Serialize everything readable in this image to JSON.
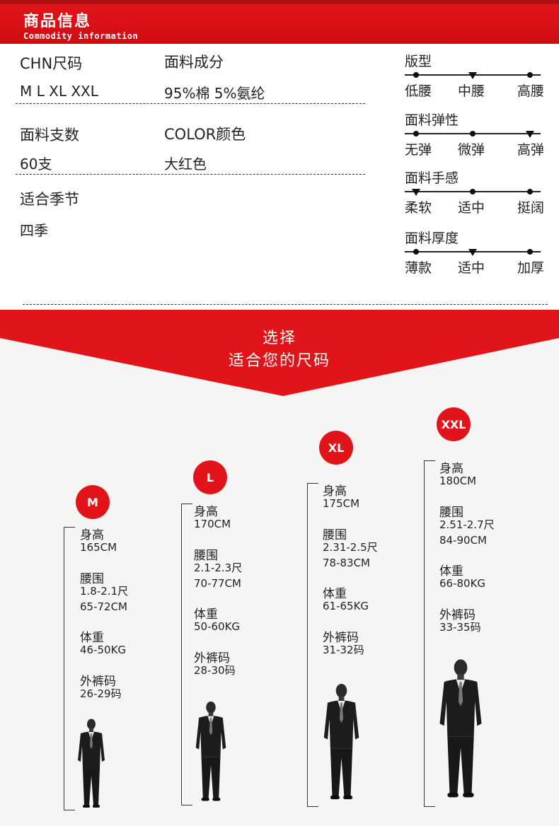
{
  "header": {
    "title": "商品信息",
    "subtitle": "Commodity information"
  },
  "info": {
    "size_label": "CHN尺码",
    "size_value": "M  L  XL  XXL",
    "fabric_label": "面料成分",
    "fabric_value": "95%棉  5%氨纶",
    "count_label": "面料支数",
    "count_value": "60支",
    "color_label": "COLOR颜色",
    "color_value": "大红色",
    "season_label": "适合季节",
    "season_value": "四季"
  },
  "scales": [
    {
      "title": "版型",
      "options": [
        "低腰",
        "中腰",
        "高腰"
      ],
      "selected": 1
    },
    {
      "title": "面料弹性",
      "options": [
        "无弹",
        "微弹",
        "高弹"
      ],
      "selected": 2
    },
    {
      "title": "面料手感",
      "options": [
        "柔软",
        "适中",
        "挺阔"
      ],
      "selected": 0
    },
    {
      "title": "面料厚度",
      "options": [
        "薄款",
        "适中",
        "加厚"
      ],
      "selected": 1
    }
  ],
  "banner": {
    "line1": "选择",
    "line2": "适合您的尺码"
  },
  "sizes": [
    {
      "badge": "M",
      "height_label": "身高",
      "height": "165CM",
      "waist_label": "腰围",
      "waist_chi": "1.8-2.1尺",
      "waist_cm": "65-72CM",
      "weight_label": "体重",
      "weight": "46-50KG",
      "pants_label": "外裤码",
      "pants": "26-29码"
    },
    {
      "badge": "L",
      "height_label": "身高",
      "height": "170CM",
      "waist_label": "腰围",
      "waist_chi": "2.1-2.3尺",
      "waist_cm": "70-77CM",
      "weight_label": "体重",
      "weight": "50-60KG",
      "pants_label": "外裤码",
      "pants": "28-30码"
    },
    {
      "badge": "XL",
      "height_label": "身高",
      "height": "175CM",
      "waist_label": "腰围",
      "waist_chi": "2.31-2.5尺",
      "waist_cm": "78-83CM",
      "weight_label": "体重",
      "weight": "61-65KG",
      "pants_label": "外裤码",
      "pants": "31-32码"
    },
    {
      "badge": "XXL",
      "height_label": "身高",
      "height": "180CM",
      "waist_label": "腰围",
      "waist_chi": "2.51-2.7尺",
      "waist_cm": "84-90CM",
      "weight_label": "体重",
      "weight": "66-80KG",
      "pants_label": "外裤码",
      "pants": "33-35码"
    }
  ]
}
